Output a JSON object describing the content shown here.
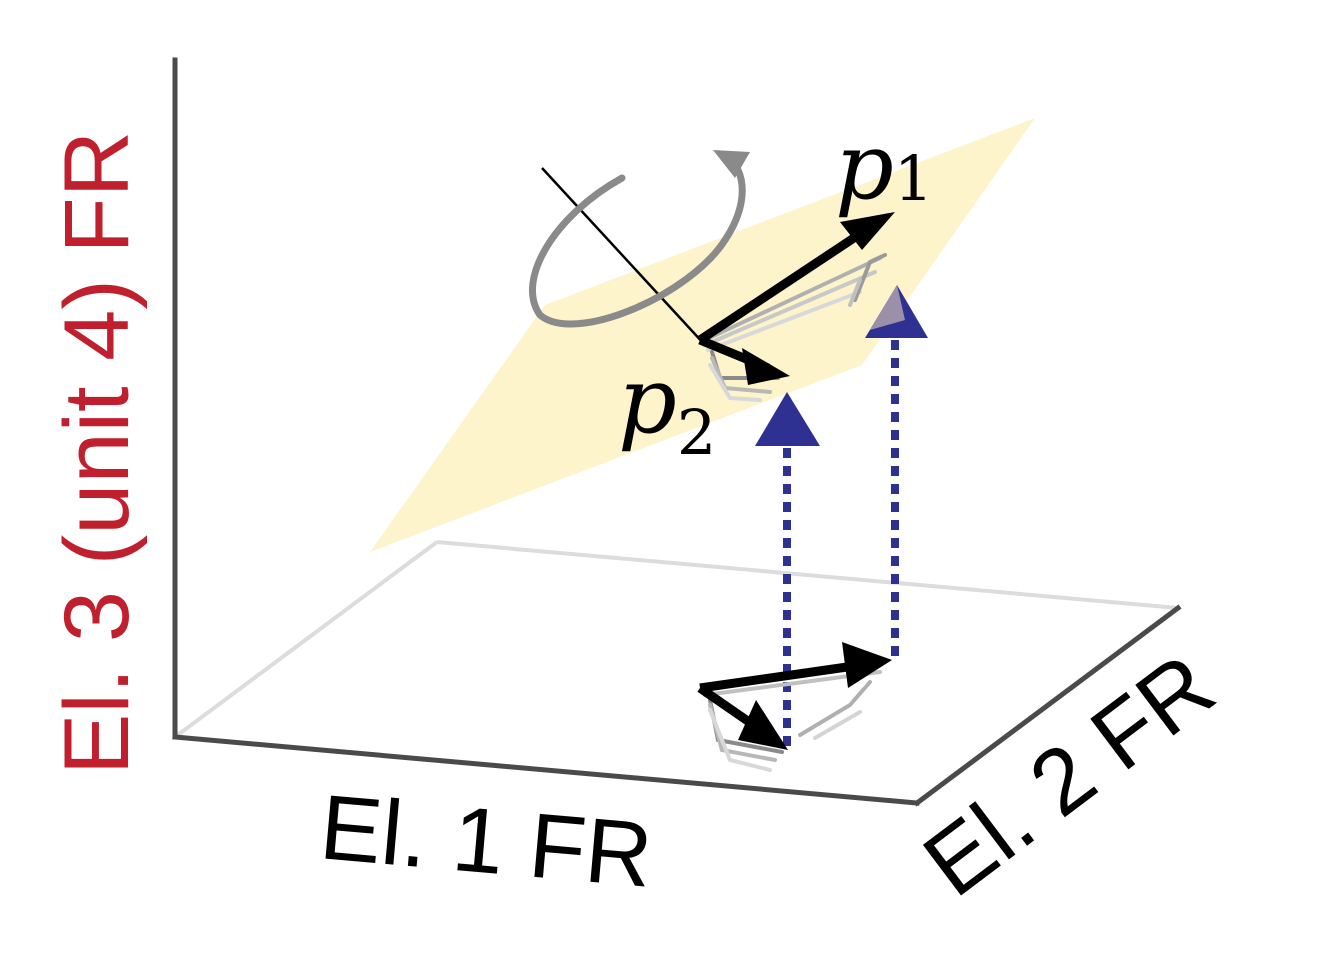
{
  "axes": {
    "x_label": "El. 1  FR",
    "y_label": "El. 2  FR",
    "z_label": "El. 3  (unit 4)  FR"
  },
  "points": {
    "p1": {
      "letter": "p",
      "subscript": "1"
    },
    "p2": {
      "letter": "p",
      "subscript": "2"
    }
  },
  "colors": {
    "z_label": "#c0202e",
    "axis_labels": "#000000",
    "axes": "#4a4a4a",
    "floor_grid": "#dcdcdc",
    "plane": "#fdf3c8",
    "arrows": "#000000",
    "arrow_shadow": "#8a8a8a",
    "projection": "#2e3192",
    "rotation": "#8a8a8a"
  }
}
